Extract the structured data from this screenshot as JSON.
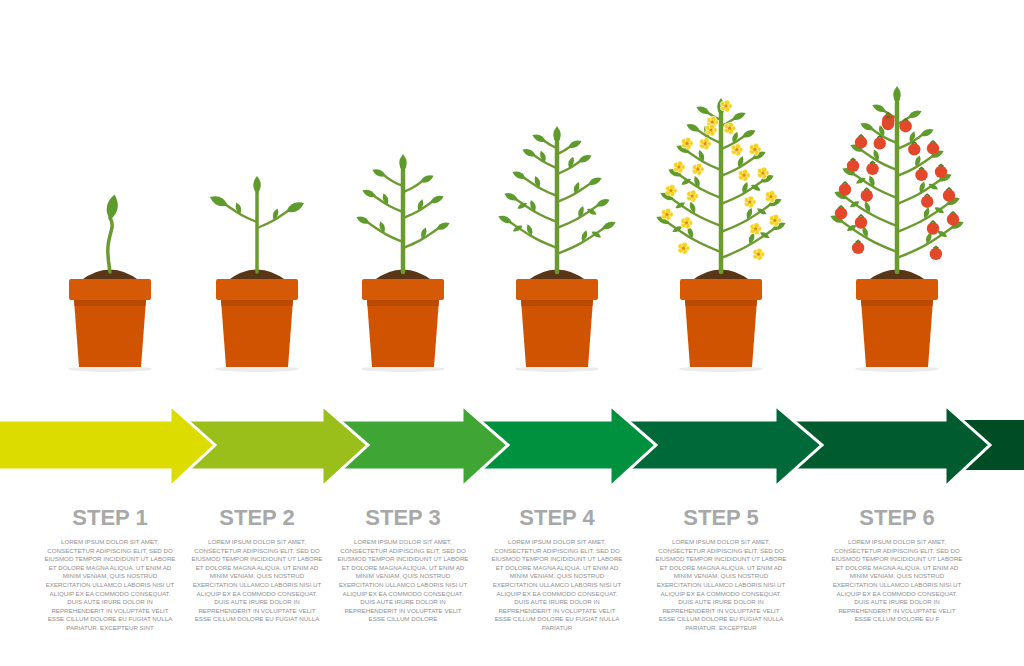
{
  "diagram": {
    "labels": [
      "STEP 1",
      "LOREM IPSUM DOLOR SIT AMET, CONSECTETUR ADIPISCING ELIT, SED DO EIUSMOD TEMPOR INCIDIDUNT UT LABORE ET DOLORE MAGNA ALIQUA. UT ENIM AD MINIM VENIAM, QUIS NOSTRUD EXERCITATION ULLAMCO LABORIS NISI UT ALIQUIP EX EA COMMODO CONSEQUAT. DUIS AUTE IRURE DOLOR IN REPREHENDERIT IN VOLUPTATE VELIT ESSE CILLUM DOLORE EU FUGIAT NULLA PARIATUR. EXCEPTEUR SINT",
      "STEP 2",
      "LOREM IPSUM DOLOR SIT AMET, CONSECTETUR ADIPISCING ELIT, SED DO EIUSMOD TEMPOR INCIDIDUNT UT LABORE ET DOLORE MAGNA ALIQUA. UT ENIM AD MINIM VENIAM, QUIS NOSTRUD EXERCITATION ULLAMCO LABORIS NISI UT ALIQUIP EX EA COMMODO CONSEQUAT. DUIS AUTE IRURE DOLOR IN REPREHENDERIT IN VOLUPTATE VELIT ESSE CILLUM DOLORE EU FUGIAT NULLA",
      "STEP 3",
      "LOREM IPSUM DOLOR SIT AMET, CONSECTETUR ADIPISCING ELIT, SED DO EIUSMOD TEMPOR INCIDIDUNT UT LABORE ET DOLORE MAGNA ALIQUA. UT ENIM AD MINIM VENIAM, QUIS NOSTRUD EXERCITATION ULLAMCO LABORIS NISI UT ALIQUIP EX EA COMMODO CONSEQUAT. DUIS AUTE IRURE DOLOR IN REPREHENDERIT IN VOLUPTATE VELIT ESSE CILLUM DOLORE",
      "STEP 4",
      "LOREM IPSUM DOLOR SIT AMET, CONSECTETUR ADIPISCING ELIT, SED DO EIUSMOD TEMPOR INCIDIDUNT UT LABORE ET DOLORE MAGNA ALIQUA. UT ENIM AD MINIM VENIAM, QUIS NOSTRUD EXERCITATION ULLAMCO LABORIS NISI UT ALIQUIP EX EA COMMODO CONSEQUAT. DUIS AUTE IRURE DOLOR IN REPREHENDERIT IN VOLUPTATE VELIT ESSE CILLUM DOLORE EU FUGIAT NULLA PARIATUR",
      "STEP 5",
      "LOREM IPSUM DOLOR SIT AMET, CONSECTETUR ADIPISCING ELIT, SED DO EIUSMOD TEMPOR INCIDIDUNT UT LABORE ET DOLORE MAGNA ALIQUA. UT ENIM AD MINIM VENIAM, QUIS NOSTRUD EXERCITATION ULLAMCO LABORIS NISI UT ALIQUIP EX EA COMMODO CONSEQUAT. DUIS AUTE IRURE DOLOR IN REPREHENDERIT IN VOLUPTATE VELIT ESSE CILLUM DOLORE EU FUGIAT NULLA PARIATUR. EXCEPTEUR",
      "STEP 6",
      "LOREM IPSUM DOLOR SIT AMET, CONSECTETUR ADIPISCING ELIT, SED DO EIUSMOD TEMPOR INCIDIDUNT UT LABORE ET DOLORE MAGNA ALIQUA. UT ENIM AD MINIM VENIAM, QUIS NOSTRUD EXERCITATION ULLAMCO LABORIS NISI UT ALIQUIP EX EA COMMODO CONSEQUAT. DUIS AUTE IRURE DOLOR IN REPREHENDERIT IN VOLUPTATE VELIT ESSE CILLUM DOLORE EU F"
    ]
  }
}
